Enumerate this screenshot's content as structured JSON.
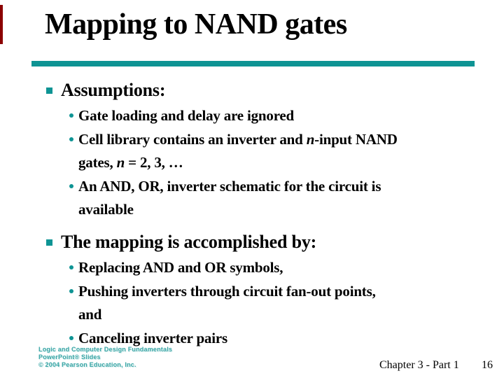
{
  "slide": {
    "title": "Mapping to NAND gates",
    "colors": {
      "teal": "#0e9494",
      "logo_teal": "#3aa6a6",
      "maroon": "#8b0000",
      "text": "#000000"
    },
    "content": [
      {
        "level": 1,
        "lines": [
          [
            {
              "t": "Assumptions:"
            }
          ]
        ]
      },
      {
        "level": 2,
        "lines": [
          [
            {
              "t": "Gate loading and delay are ignored"
            }
          ]
        ]
      },
      {
        "level": 2,
        "lines": [
          [
            {
              "t": "Cell library contains an inverter and "
            },
            {
              "t": "n",
              "s": "bi"
            },
            {
              "t": "-input NAND"
            }
          ],
          [
            {
              "t": "gates, "
            },
            {
              "t": "n",
              "s": "bi"
            },
            {
              "t": " = 2, 3, …"
            }
          ]
        ]
      },
      {
        "level": 2,
        "lines": [
          [
            {
              "t": "An AND, OR, inverter schematic for the circuit is"
            }
          ],
          [
            {
              "t": "available"
            }
          ]
        ]
      },
      {
        "level": 1,
        "lines": [
          [
            {
              "t": "The mapping is accomplished by:"
            }
          ]
        ]
      },
      {
        "level": 2,
        "lines": [
          [
            {
              "t": "Replacing AND and OR symbols,"
            }
          ]
        ]
      },
      {
        "level": 2,
        "lines": [
          [
            {
              "t": "Pushing inverters through circuit fan-out points,"
            }
          ],
          [
            {
              "t": "and"
            }
          ]
        ]
      },
      {
        "level": 2,
        "lines": [
          [
            {
              "t": "Canceling inverter pairs"
            }
          ]
        ]
      }
    ],
    "footer": {
      "logo_lines": [
        "Logic and Computer Design Fundamentals",
        "PowerPoint® Slides",
        "© 2004 Pearson Education, Inc."
      ],
      "chapter": "Chapter 3 - Part 1",
      "page": "16"
    }
  }
}
